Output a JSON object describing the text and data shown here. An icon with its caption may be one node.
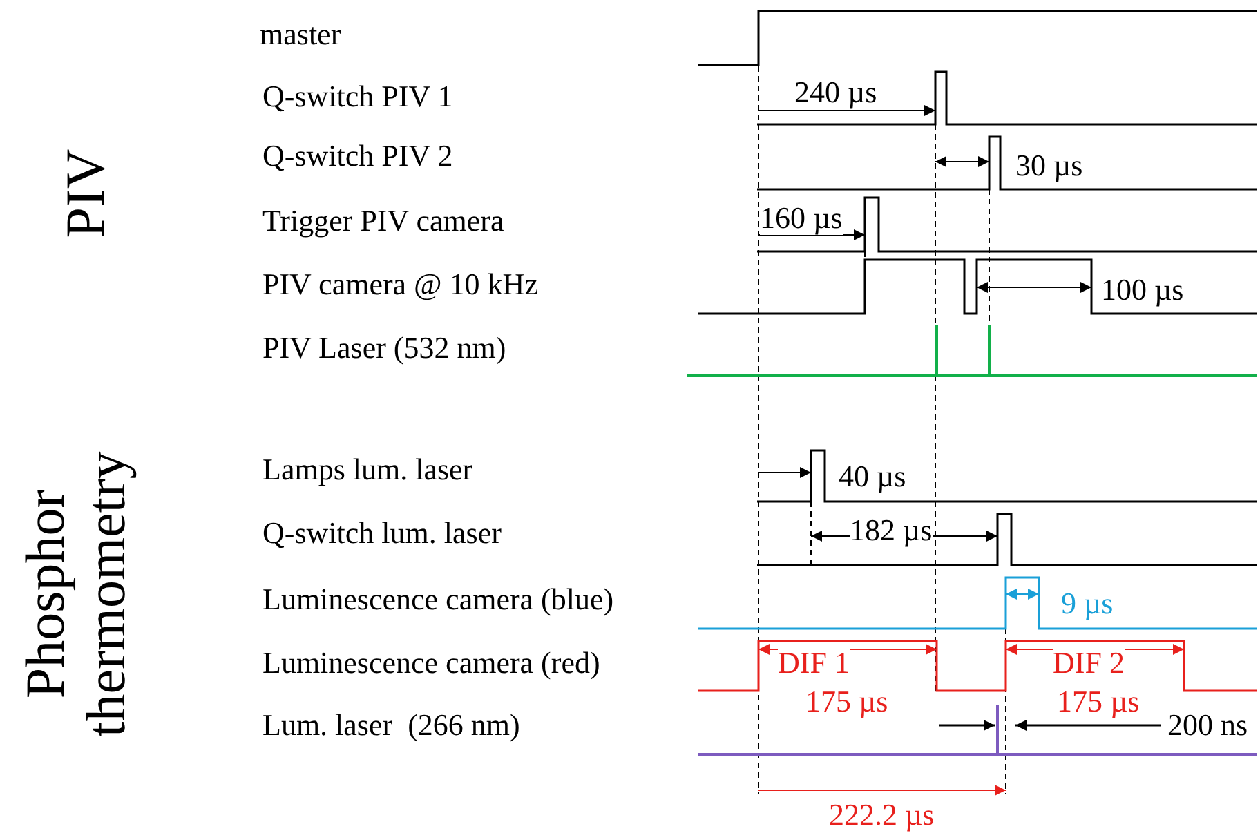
{
  "diagram": {
    "labels": [
      "master",
      "PIV",
      "Q-switch PIV 1",
      "240 µs",
      "Q-switch PIV 2",
      "30 µs",
      "Trigger PIV camera",
      "160 µs",
      "PIV camera @ 10 kHz",
      "100 µs",
      "PIV Laser (532 nm)",
      "Phosphor thermometry",
      "Lamps lum. laser",
      "40 µs",
      "Q-switch lum. laser",
      "182 µs",
      "Luminescence camera (blue)",
      "9 µs",
      "Luminescence camera (red)",
      "DIF 1",
      "DIF 2",
      "175 µs",
      "175 µs",
      "Lum. laser  (266 nm)",
      "200 ns",
      "222.2 µs"
    ]
  }
}
